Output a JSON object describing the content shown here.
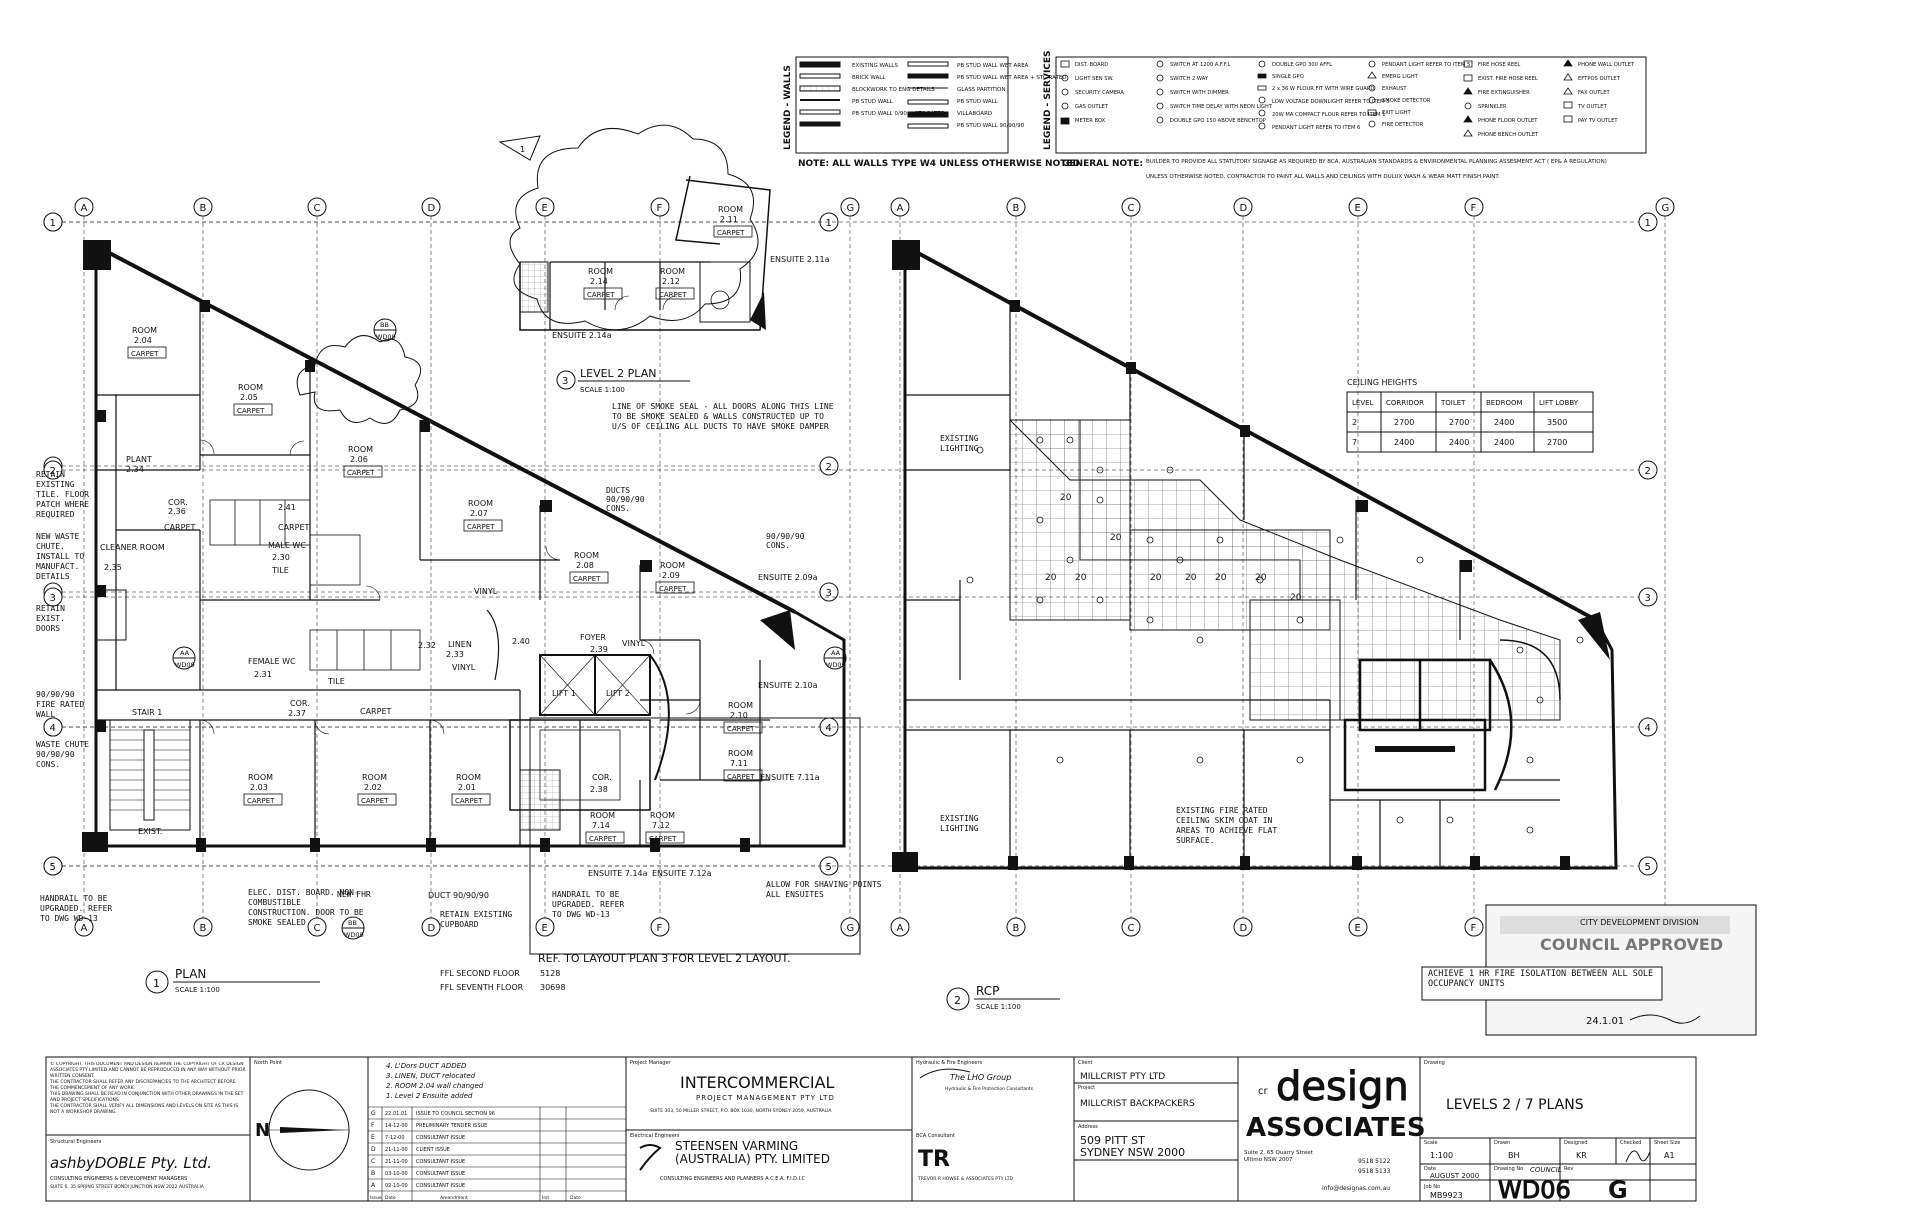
{
  "legend_walls": {
    "title": "LEGEND - WALLS",
    "items": [
      "EXISTING WALLS",
      "BRICK WALL",
      "BLOCKWORK TO ENG DETAILS",
      "PB STUD WALL",
      "PB STUD WALL 0/90 + STC RATED",
      "PB STUD WALL WET AREA",
      "PB STUD WALL WET AREA + STC RATED",
      "GLASS PARTITION",
      "PB STUD WALL",
      "VILLABOARD",
      "PB STUD WALL 90/90/90"
    ],
    "note": "NOTE: ALL WALLS TYPE W4 UNLESS OTHERWISE NOTED"
  },
  "legend_services": {
    "title": "LEGEND - SERVICES",
    "items": [
      "DIST. BOARD",
      "LIGHT SEN SW.",
      "SECURITY CAMERA",
      "GAS OUTLET",
      "METER BOX",
      "SWITCH AT 1200 A.F.F.L",
      "SWITCH 2 WAY",
      "SWITCH WITH DIMMER",
      "SWITCH TIME DELAY WITH NEON LIGHT",
      "DOUBLE GPO 150 ABOVE BENCHTOP",
      "DOUBLE GPO 300 AFFL",
      "SINGLE GPO",
      "2 x 36 W FLOUR FIT WITH WIRE GUARD",
      "LOW VOLTAGE DOWNLIGHT REFER TO ITEM 3",
      "20W MA COMPACT FLOUR REFER TO ITEM 1",
      "PENDANT LIGHT REFER TO ITEM 6",
      "PENDANT LIGHT REFER TO ITEM 5",
      "EMERG LIGHT",
      "EXHAUST",
      "SMOKE DETECTOR",
      "EXIT LIGHT",
      "FIRE DETECTOR",
      "FIRE HOSE REEL",
      "EXIST. FIRE HOSE REEL",
      "FIRE EXTINGUISHER",
      "SPRINKLER",
      "PHONE FLOOR OUTLET",
      "PHONE BENCH OUTLET",
      "PHONE WALL OUTLET",
      "EFTPOS OUTLET",
      "FAX OUTLET",
      "TV OUTLET",
      "PAY TV OUTLET"
    ]
  },
  "general_note": {
    "label": "GENERAL NOTE:",
    "line1": "BUILDER TO PROVIDE ALL STATUTORY SIGNAGE AS REQUIRED BY BCA, AUSTRALIAN STANDARDS & ENVIRONMENTAL PLANNING ASSESMENT ACT ( EP& A REGULATION)",
    "line2": "UNLESS OTHERWISE NOTED, CONTRACTOR TO PAINT ALL WALLS AND CEILINGS WITH DULUX WASH & WEAR MATT FINISH PAINT."
  },
  "grid": {
    "letters": [
      "A",
      "B",
      "C",
      "D",
      "E",
      "F",
      "G"
    ],
    "numbers": [
      "1",
      "2",
      "3",
      "4",
      "5"
    ]
  },
  "plan1": {
    "title_num": "1",
    "title": "PLAN",
    "scale": "SCALE 1:100",
    "rooms": [
      {
        "name": "ROOM",
        "num": "2.04",
        "fin": "CARPET"
      },
      {
        "name": "ROOM",
        "num": "2.05",
        "fin": "CARPET"
      },
      {
        "name": "ROOM",
        "num": "2.06",
        "fin": "CARPET"
      },
      {
        "name": "ROOM",
        "num": "2.07",
        "fin": "CARPET"
      },
      {
        "name": "ROOM",
        "num": "2.08",
        "fin": "CARPET"
      },
      {
        "name": "ROOM",
        "num": "2.09",
        "fin": "CARPET"
      },
      {
        "name": "ROOM",
        "num": "2.10",
        "fin": "CARPET"
      },
      {
        "name": "ROOM",
        "num": "2.03",
        "fin": "CARPET"
      },
      {
        "name": "ROOM",
        "num": "2.02",
        "fin": "CARPET"
      },
      {
        "name": "ROOM",
        "num": "2.01",
        "fin": "CARPET"
      },
      {
        "name": "ROOM",
        "num": "7.11",
        "fin": "CARPET"
      },
      {
        "name": "ROOM",
        "num": "7.14",
        "fin": "CARPET"
      },
      {
        "name": "ROOM",
        "num": "7.12",
        "fin": "CARPET"
      }
    ],
    "spaces": {
      "plant": "PLANT",
      "plant_num": "2.34",
      "cleaner": "CLEANER ROOM",
      "cleaner_num": "2.35",
      "cor1": "COR.",
      "cor1_num": "2.36",
      "cor1_fin": "CARPET",
      "cor2_num": "2.41",
      "cor2_fin": "CARPET",
      "male": "MALE WC",
      "male_num": "2.30",
      "male_fin": "TILE",
      "female": "FEMALE WC",
      "female_num": "2.31",
      "female_fin": "TILE",
      "cor3": "COR.",
      "cor3_num": "2.37",
      "cor3_fin": "CARPET",
      "linen": "LINEN",
      "linen_num": "2.33",
      "linen_fin": "VINYL",
      "cor4_num": "2.32",
      "cor5_num": "2.40",
      "foyer": "FOYER",
      "foyer_num": "2.39",
      "foyer_fin": "VINYL",
      "vinyl": "VINYL",
      "lift1": "LIFT 1",
      "lift2": "LIFT 2",
      "cor6": "COR.",
      "cor6_num": "2.38",
      "stair": "STAIR 1",
      "exist": "EXIST.",
      "tile": "TILE",
      "ens_209a": "ENSUITE 2.09a",
      "ens_210a": "ENSUITE 2.10a",
      "ens_711a": "ENSUITE 7.11a",
      "ens_714a": "ENSUITE 7.14a",
      "ens_712a": "ENSUITE 7.12a"
    },
    "notes": {
      "smoke_seal": "LINE OF SMOKE SEAL - ALL DOORS ALONG THIS LINE TO BE SMOKE SEALED & WALLS CONSTRUCTED UP TO U/S OF CEILING ALL DUCTS TO HAVE SMOKE DAMPER",
      "ducts": "DUCTS 90/90/90 CONS.",
      "duct2": "90/90/90 CONS.",
      "retain_tile": "RETAIN EXISTING TILE. FLOOR PATCH WHERE REQUIRED",
      "waste_chute": "NEW WASTE CHUTE. INSTALL TO MANUFACT. DETAILS",
      "retain_doors": "RETAIN EXIST. DOORS",
      "fire_wall": "90/90/90 FIRE RATED WALL",
      "waste_cons": "WASTE CHUTE 90/90/90 CONS.",
      "handrail": "HANDRAIL TO BE UPGRADED. REFER TO DWG WD-13",
      "elec": "ELEC. DIST. BOARD. NON-COMBUSTIBLE CONSTRUCTION. DOOR TO BE SMOKE SEALED",
      "new_fhr": "NEW FHR",
      "duct3": "DUCT 90/90/90",
      "cupboard": "RETAIN EXISTING CUPBOARD",
      "handrail2": "HANDRAIL TO BE UPGRADED. REFER TO DWG WD-13",
      "shaving": "ALLOW FOR SHAVING POINTS ALL ENSUITES",
      "ref_layout": "REF. TO LAYOUT PLAN 3 FOR LEVEL 2 LAYOUT.",
      "ffl2_label": "FFL SECOND FLOOR",
      "ffl2": "5128",
      "ffl7_label": "FFL SEVENTH FLOOR",
      "ffl7": "30698",
      "section_aa": "AA",
      "section_bb": "BB",
      "sheet_ref": "WD09"
    }
  },
  "plan3": {
    "title_num": "3",
    "title": "LEVEL 2 PLAN",
    "scale": "SCALE 1:100",
    "rooms": [
      {
        "name": "ROOM",
        "num": "2.11",
        "fin": "CARPET"
      },
      {
        "name": "ROOM",
        "num": "2.14",
        "fin": "CARPET"
      },
      {
        "name": "ROOM",
        "num": "2.12",
        "fin": "CARPET"
      }
    ],
    "ens_211a": "ENSUITE 2.11a",
    "ens_214a": "ENSUITE 2.14a",
    "rev_tag": "1"
  },
  "rcp": {
    "title_num": "2",
    "title": "RCP",
    "scale": "SCALE 1:100",
    "existing_lighting": "EXISTING LIGHTING",
    "skim_note": "EXISTING FIRE RATED CEILING SKIM COAT IN AREAS TO ACHIEVE FLAT SURFACE.",
    "light_tag": "20"
  },
  "ceiling_heights": {
    "title": "CEILING HEIGHTS",
    "columns": [
      "LEVEL",
      "CORRIDOR",
      "TOILET",
      "BEDROOM",
      "LIFT LOBBY"
    ],
    "rows": [
      [
        "2",
        "2700",
        "2700",
        "2400",
        "3500"
      ],
      [
        "7",
        "2400",
        "2400",
        "2400",
        "2700"
      ]
    ]
  },
  "stamp": {
    "title": "CITY DEVELOPMENT DIVISION",
    "stamp_text": "COUNCIL APPROVED",
    "note": "ACHIEVE 1 HR FIRE ISOLATION BETWEEN ALL SOLE OCCUPANCY UNITS",
    "date": "24.1.01"
  },
  "title_block": {
    "copyright": "© COPYRIGHT. THIS DOCUMENT AND DESIGN REMAIN THE COPYRIGHT OF CR DESIGN ASSOCIATES PTY LIMITED AND CANNOT BE REPRODUCED IN ANY WAY WITHOUT PRIOR WRITTEN CONSENT.",
    "note2": "THE CONTRACTOR SHALL REFER ANY DISCREPANCIES TO THE ARCHITECT BEFORE THE COMMENCEMENT OF ANY WORK.",
    "note3": "THIS DRAWING SHALL BE READ IN CONJUNCTION WITH OTHER DRAWINGS IN THE SET AND PROJECT SPECIFICATIONS",
    "note4": "THE CONTRACTOR SHALL VERIFY ALL DIMENSIONS AND LEVELS ON SITE AS THIS IS NOT A WORKSHOP DRAWING.",
    "structural_label": "Structural Engineers",
    "struct_name": "ashbyDOBLE Pty. Ltd.",
    "struct_sub": "CONSULTING ENGINEERS & DEVELOPMENT MANAGERS",
    "struct_addr": "SUITE 6, 35 SPRING STREET BONDI JUNCTION NSW 2022 AUSTRALIA",
    "north_label": "North Point",
    "north_letter": "N",
    "revisions": [
      [
        "G",
        "22.01.01",
        "ISSUE TO COUNCIL SECTION 96"
      ],
      [
        "F",
        "14-12-00",
        "PRELIMINARY TENDER ISSUE"
      ],
      [
        "E",
        "7-12-00",
        "CONSULTANT ISSUE"
      ],
      [
        "D",
        "21-11-00",
        "CLIENT ISSUE"
      ],
      [
        "C",
        "21-11-00",
        "CONSULTANT ISSUE"
      ],
      [
        "B",
        "03-10-00",
        "CONSULTANT ISSUE"
      ],
      [
        "A",
        "02-10-00",
        "CONSULTANT ISSUE"
      ]
    ],
    "rev_headers": [
      "Issue",
      "Date",
      "Amendment",
      "Init",
      "Date"
    ],
    "handwritten": [
      "4. L'Dors DUCT ADDED",
      "3. LINEN, DUCT relocated",
      "2. ROOM 2.04 wall changed",
      "1. Level 2 Ensuite added"
    ],
    "pm_label": "Project Manager",
    "pm_name": "INTERCOMMERCIAL",
    "pm_sub": "PROJECT MANAGEMENT PTY LTD",
    "pm_addr": "SUITE 303, 50 MILLER STREET, P.O. BOX 1030, NORTH SYDNEY 2059, AUSTRALIA",
    "elec_label": "Electrical Engineers",
    "elec_name": "STEENSEN VARMING (AUSTRALIA) PTY. LIMITED",
    "elec_sub": "CONSULTING ENGINEERS AND PLANNERS A.C.E.A. F.I.D.I.C",
    "hyd_label": "Hydraulic & Fire Engineers",
    "hyd_name": "The LHO Group",
    "hyd_sub": "Hydraulic & Fire Protection Consultants",
    "bca_label": "BCA Consultant",
    "bca_name": "TR",
    "bca_sub": "TREVOR R HOWSE & ASSOCIATES PTY LTD",
    "client_label": "Client",
    "client": "MILLCRIST PTY LTD",
    "project_label": "Project",
    "project": "MILLCRIST BACKPACKERS",
    "address_label": "Address",
    "address1": "509 PITT ST",
    "address2": "SYDNEY NSW 2000",
    "firm_prefix": "cr",
    "firm_design": "design",
    "firm_assoc": "ASSOCIATES",
    "firm_addr": "Suite 2, 65 Quarry Street Ultimo NSW 2007",
    "firm_phone": "9518 5122",
    "firm_fax": "9518 5133",
    "firm_email": "info@designas.com.au",
    "drawing_label": "Drawing",
    "drawing_title": "LEVELS 2 / 7 PLANS",
    "scale_label": "Scale",
    "scale": "1:100",
    "drawn_label": "Drawn",
    "drawn": "BH",
    "designed_label": "Designed",
    "designed": "KR",
    "checked_label": "Checked",
    "checked": "",
    "sheet_label": "Sheet Size",
    "sheet": "A1",
    "date_label": "Date",
    "date": "AUGUST 2000",
    "dwgno_label": "Drawing No",
    "dwgno": "WD06",
    "jobno_label": "Job No",
    "jobno": "MB9923",
    "rev_label": "Rev",
    "rev": "G",
    "council": "COUNCIL"
  }
}
